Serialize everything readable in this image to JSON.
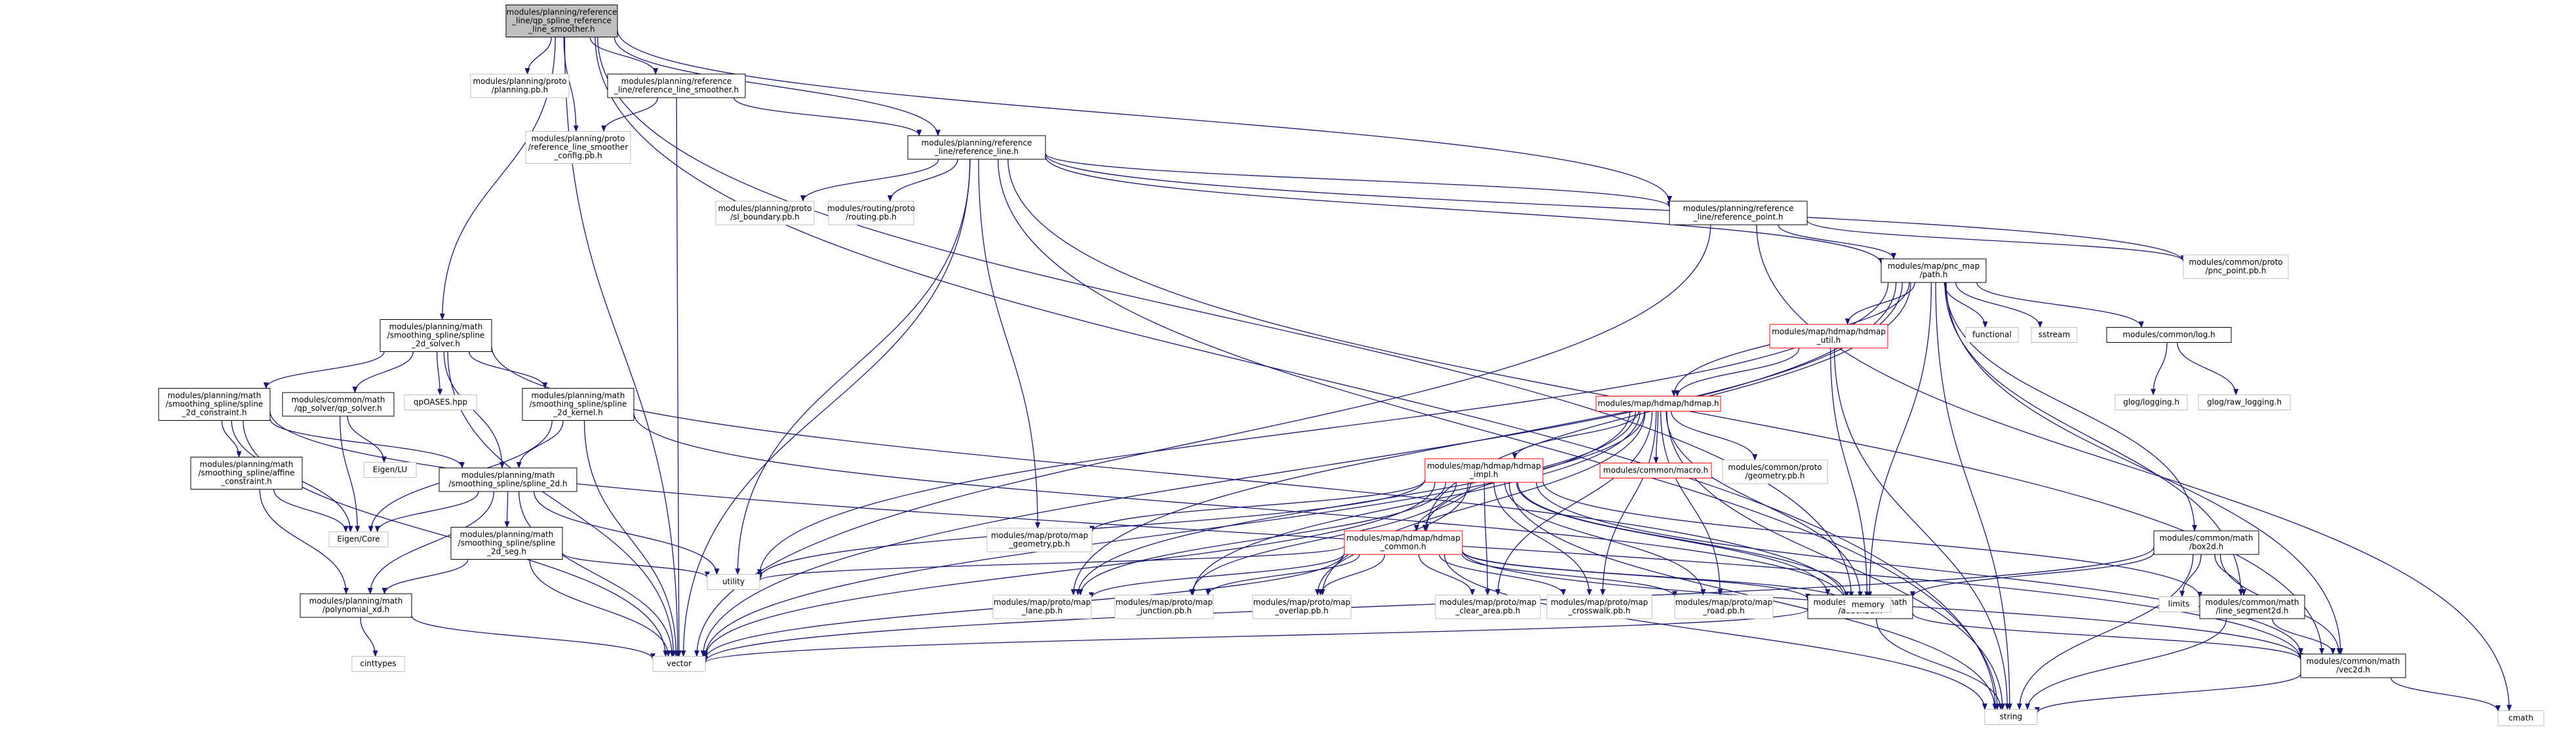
{
  "colors": {
    "edge": "#191970",
    "root_fill": "#bfbfbf",
    "box_border": "#000000",
    "external_border": "#bfbfbf",
    "incomplete_border": "#ff0000",
    "text": "#000000"
  },
  "nodes": [
    {
      "id": "root",
      "lines": [
        "modules/planning/reference",
        "_line/qp_spline_reference",
        "_line_smoother.h"
      ],
      "style": "root"
    },
    {
      "id": "planning_pb",
      "lines": [
        "modules/planning/proto",
        "/planning.pb.h"
      ],
      "style": "external"
    },
    {
      "id": "ref_line_smoother",
      "lines": [
        "modules/planning/reference",
        "_line/reference_line_smoother.h"
      ],
      "style": "normal"
    },
    {
      "id": "smoother_config_pb",
      "lines": [
        "modules/planning/proto",
        "/reference_line_smoother",
        "_config.pb.h"
      ],
      "style": "external"
    },
    {
      "id": "reference_line",
      "lines": [
        "modules/planning/reference",
        "_line/reference_line.h"
      ],
      "style": "normal"
    },
    {
      "id": "sl_boundary_pb",
      "lines": [
        "modules/planning/proto",
        "/sl_boundary.pb.h"
      ],
      "style": "external"
    },
    {
      "id": "routing_pb",
      "lines": [
        "modules/routing/proto",
        "/routing.pb.h"
      ],
      "style": "external"
    },
    {
      "id": "reference_point",
      "lines": [
        "modules/planning/reference",
        "_line/reference_point.h"
      ],
      "style": "normal"
    },
    {
      "id": "pnc_point_pb",
      "lines": [
        "modules/common/proto",
        "/pnc_point.pb.h"
      ],
      "style": "external"
    },
    {
      "id": "path",
      "lines": [
        "modules/map/pnc_map",
        "/path.h"
      ],
      "style": "normal"
    },
    {
      "id": "hdmap_util",
      "lines": [
        "modules/map/hdmap/hdmap",
        "_util.h"
      ],
      "style": "incomplete"
    },
    {
      "id": "functional",
      "lines": [
        "functional"
      ],
      "style": "external"
    },
    {
      "id": "sstream",
      "lines": [
        "sstream"
      ],
      "style": "external"
    },
    {
      "id": "log",
      "lines": [
        "modules/common/log.h"
      ],
      "style": "normal"
    },
    {
      "id": "glog_logging",
      "lines": [
        "glog/logging.h"
      ],
      "style": "external"
    },
    {
      "id": "glog_raw_logging",
      "lines": [
        "glog/raw_logging.h"
      ],
      "style": "external"
    },
    {
      "id": "spline_2d_solver",
      "lines": [
        "modules/planning/math",
        "/smoothing_spline/spline",
        "_2d_solver.h"
      ],
      "style": "normal"
    },
    {
      "id": "spline_2d_constraint",
      "lines": [
        "modules/planning/math",
        "/smoothing_spline/spline",
        "_2d_constraint.h"
      ],
      "style": "normal"
    },
    {
      "id": "qp_solver",
      "lines": [
        "modules/common/math",
        "/qp_solver/qp_solver.h"
      ],
      "style": "normal"
    },
    {
      "id": "qpOASES",
      "lines": [
        "qpOASES.hpp"
      ],
      "style": "external"
    },
    {
      "id": "spline_2d_kernel",
      "lines": [
        "modules/planning/math",
        "/smoothing_spline/spline",
        "_2d_kernel.h"
      ],
      "style": "normal"
    },
    {
      "id": "eigen_lu",
      "lines": [
        "Eigen/LU"
      ],
      "style": "external"
    },
    {
      "id": "affine_constraint",
      "lines": [
        "modules/planning/math",
        "/smoothing_spline/affine",
        "_constraint.h"
      ],
      "style": "normal"
    },
    {
      "id": "spline_2d",
      "lines": [
        "modules/planning/math",
        "/smoothing_spline/spline_2d.h"
      ],
      "style": "normal"
    },
    {
      "id": "eigen_core",
      "lines": [
        "Eigen/Core"
      ],
      "style": "external"
    },
    {
      "id": "spline_2d_seg",
      "lines": [
        "modules/planning/math",
        "/smoothing_spline/spline",
        "_2d_seg.h"
      ],
      "style": "normal"
    },
    {
      "id": "polynomial_xd",
      "lines": [
        "modules/planning/math",
        "/polynomial_xd.h"
      ],
      "style": "normal"
    },
    {
      "id": "cinttypes",
      "lines": [
        "cinttypes"
      ],
      "style": "external"
    },
    {
      "id": "vector",
      "lines": [
        "vector"
      ],
      "style": "external"
    },
    {
      "id": "utility",
      "lines": [
        "utility"
      ],
      "style": "external"
    },
    {
      "id": "string",
      "lines": [
        "string"
      ],
      "style": "external"
    },
    {
      "id": "hdmap",
      "lines": [
        "modules/map/hdmap/hdmap.h"
      ],
      "style": "incomplete"
    },
    {
      "id": "macro",
      "lines": [
        "modules/common/macro.h"
      ],
      "style": "incomplete"
    },
    {
      "id": "geometry_pb",
      "lines": [
        "modules/common/proto",
        "/geometry.pb.h"
      ],
      "style": "external"
    },
    {
      "id": "hdmap_impl",
      "lines": [
        "modules/map/hdmap/hdmap",
        "_impl.h"
      ],
      "style": "incomplete"
    },
    {
      "id": "map_geometry_pb",
      "lines": [
        "modules/map/proto/map",
        "_geometry.pb.h"
      ],
      "style": "external"
    },
    {
      "id": "hdmap_common",
      "lines": [
        "modules/map/hdmap/hdmap",
        "_common.h"
      ],
      "style": "incomplete"
    },
    {
      "id": "map_lane_pb",
      "lines": [
        "modules/map/proto/map",
        "_lane.pb.h"
      ],
      "style": "external"
    },
    {
      "id": "map_junction_pb",
      "lines": [
        "modules/map/proto/map",
        "_junction.pb.h"
      ],
      "style": "external"
    },
    {
      "id": "map_overlap_pb",
      "lines": [
        "modules/map/proto/map",
        "_overlap.pb.h"
      ],
      "style": "external"
    },
    {
      "id": "map_clear_area_pb",
      "lines": [
        "modules/map/proto/map",
        "_clear_area.pb.h"
      ],
      "style": "external"
    },
    {
      "id": "map_crosswalk_pb",
      "lines": [
        "modules/map/proto/map",
        "_crosswalk.pb.h"
      ],
      "style": "external"
    },
    {
      "id": "map_road_pb",
      "lines": [
        "modules/map/proto/map",
        "_road.pb.h"
      ],
      "style": "external"
    },
    {
      "id": "aabox2d",
      "lines": [
        "modules/common/math",
        "/aabox2d.h"
      ],
      "style": "normal"
    },
    {
      "id": "memory",
      "lines": [
        "memory"
      ],
      "style": "external"
    },
    {
      "id": "box2d",
      "lines": [
        "modules/common/math",
        "/box2d.h"
      ],
      "style": "normal"
    },
    {
      "id": "limits",
      "lines": [
        "limits"
      ],
      "style": "external"
    },
    {
      "id": "line_segment2d",
      "lines": [
        "modules/common/math",
        "/line_segment2d.h"
      ],
      "style": "normal"
    },
    {
      "id": "vec2d",
      "lines": [
        "modules/common/math",
        "/vec2d.h"
      ],
      "style": "normal"
    },
    {
      "id": "cmath",
      "lines": [
        "cmath"
      ],
      "style": "external"
    }
  ],
  "edges": [
    [
      "root",
      "planning_pb"
    ],
    [
      "root",
      "ref_line_smoother"
    ],
    [
      "root",
      "smoother_config_pb"
    ],
    [
      "root",
      "reference_line"
    ],
    [
      "root",
      "reference_point"
    ],
    [
      "root",
      "spline_2d_solver"
    ],
    [
      "root",
      "memory"
    ],
    [
      "root",
      "string"
    ],
    [
      "root",
      "vector"
    ],
    [
      "ref_line_smoother",
      "smoother_config_pb"
    ],
    [
      "ref_line_smoother",
      "reference_line"
    ],
    [
      "ref_line_smoother",
      "vector"
    ],
    [
      "reference_line",
      "sl_boundary_pb"
    ],
    [
      "reference_line",
      "routing_pb"
    ],
    [
      "reference_line",
      "reference_point"
    ],
    [
      "reference_line",
      "pnc_point_pb"
    ],
    [
      "reference_line",
      "path"
    ],
    [
      "reference_line",
      "vec2d"
    ],
    [
      "reference_line",
      "map_geometry_pb"
    ],
    [
      "reference_line",
      "string"
    ],
    [
      "reference_line",
      "utility"
    ],
    [
      "reference_line",
      "vector"
    ],
    [
      "reference_point",
      "pnc_point_pb"
    ],
    [
      "reference_point",
      "path"
    ],
    [
      "reference_point",
      "vector"
    ],
    [
      "reference_point",
      "cmath"
    ],
    [
      "path",
      "hdmap_util"
    ],
    [
      "path",
      "functional"
    ],
    [
      "path",
      "sstream"
    ],
    [
      "path",
      "log"
    ],
    [
      "path",
      "hdmap"
    ],
    [
      "path",
      "hdmap_common"
    ],
    [
      "path",
      "map_lane_pb"
    ],
    [
      "path",
      "box2d"
    ],
    [
      "path",
      "line_segment2d"
    ],
    [
      "path",
      "vec2d"
    ],
    [
      "path",
      "memory"
    ],
    [
      "path",
      "string"
    ],
    [
      "path",
      "utility"
    ],
    [
      "path",
      "vector"
    ],
    [
      "hdmap_util",
      "hdmap"
    ],
    [
      "hdmap_util",
      "memory"
    ],
    [
      "hdmap_util",
      "string"
    ],
    [
      "log",
      "glog_logging"
    ],
    [
      "log",
      "glog_raw_logging"
    ],
    [
      "spline_2d_solver",
      "spline_2d_constraint"
    ],
    [
      "spline_2d_solver",
      "qp_solver"
    ],
    [
      "spline_2d_solver",
      "qpOASES"
    ],
    [
      "spline_2d_solver",
      "spline_2d_kernel"
    ],
    [
      "spline_2d_solver",
      "spline_2d"
    ],
    [
      "spline_2d_solver",
      "memory"
    ],
    [
      "spline_2d_solver",
      "vector"
    ],
    [
      "spline_2d_constraint",
      "affine_constraint"
    ],
    [
      "spline_2d_constraint",
      "spline_2d"
    ],
    [
      "spline_2d_constraint",
      "eigen_core"
    ],
    [
      "spline_2d_constraint",
      "vec2d"
    ],
    [
      "spline_2d_constraint",
      "vector"
    ],
    [
      "qp_solver",
      "eigen_lu"
    ],
    [
      "qp_solver",
      "eigen_core"
    ],
    [
      "spline_2d_kernel",
      "spline_2d"
    ],
    [
      "spline_2d_kernel",
      "eigen_core"
    ],
    [
      "spline_2d_kernel",
      "memory"
    ],
    [
      "spline_2d_kernel",
      "vector"
    ],
    [
      "affine_constraint",
      "eigen_core"
    ],
    [
      "affine_constraint",
      "polynomial_xd"
    ],
    [
      "spline_2d",
      "eigen_core"
    ],
    [
      "spline_2d",
      "spline_2d_seg"
    ],
    [
      "spline_2d",
      "polynomial_xd"
    ],
    [
      "spline_2d",
      "utility"
    ],
    [
      "spline_2d",
      "vector"
    ],
    [
      "spline_2d_seg",
      "polynomial_xd"
    ],
    [
      "spline_2d_seg",
      "utility"
    ],
    [
      "spline_2d_seg",
      "vector"
    ],
    [
      "polynomial_xd",
      "cinttypes"
    ],
    [
      "polynomial_xd",
      "vector"
    ],
    [
      "hdmap",
      "macro"
    ],
    [
      "hdmap",
      "geometry_pb"
    ],
    [
      "hdmap",
      "hdmap_impl"
    ],
    [
      "hdmap",
      "hdmap_common"
    ],
    [
      "hdmap",
      "map_lane_pb"
    ],
    [
      "hdmap",
      "map_junction_pb"
    ],
    [
      "hdmap",
      "map_overlap_pb"
    ],
    [
      "hdmap",
      "map_clear_area_pb"
    ],
    [
      "hdmap",
      "map_crosswalk_pb"
    ],
    [
      "hdmap",
      "map_road_pb"
    ],
    [
      "hdmap",
      "memory"
    ],
    [
      "hdmap",
      "string"
    ],
    [
      "hdmap",
      "vector"
    ],
    [
      "hdmap_impl",
      "map_geometry_pb"
    ],
    [
      "hdmap_impl",
      "hdmap_common"
    ],
    [
      "hdmap_impl",
      "map_lane_pb"
    ],
    [
      "hdmap_impl",
      "map_junction_pb"
    ],
    [
      "hdmap_impl",
      "map_overlap_pb"
    ],
    [
      "hdmap_impl",
      "map_clear_area_pb"
    ],
    [
      "hdmap_impl",
      "map_crosswalk_pb"
    ],
    [
      "hdmap_impl",
      "map_road_pb"
    ],
    [
      "hdmap_impl",
      "aabox2d"
    ],
    [
      "hdmap_impl",
      "line_segment2d"
    ],
    [
      "hdmap_impl",
      "vec2d"
    ],
    [
      "hdmap_impl",
      "memory"
    ],
    [
      "hdmap_impl",
      "string"
    ],
    [
      "hdmap_impl",
      "utility"
    ],
    [
      "hdmap_impl",
      "vector"
    ],
    [
      "hdmap_common",
      "map_lane_pb"
    ],
    [
      "hdmap_common",
      "map_junction_pb"
    ],
    [
      "hdmap_common",
      "map_overlap_pb"
    ],
    [
      "hdmap_common",
      "map_clear_area_pb"
    ],
    [
      "hdmap_common",
      "map_crosswalk_pb"
    ],
    [
      "hdmap_common",
      "map_road_pb"
    ],
    [
      "hdmap_common",
      "aabox2d"
    ],
    [
      "hdmap_common",
      "vec2d"
    ],
    [
      "hdmap_common",
      "memory"
    ],
    [
      "hdmap_common",
      "string"
    ],
    [
      "hdmap_common",
      "utility"
    ],
    [
      "hdmap_common",
      "vector"
    ],
    [
      "aabox2d",
      "vec2d"
    ],
    [
      "aabox2d",
      "string"
    ],
    [
      "aabox2d",
      "vector"
    ],
    [
      "box2d",
      "aabox2d"
    ],
    [
      "box2d",
      "line_segment2d"
    ],
    [
      "box2d",
      "vec2d"
    ],
    [
      "box2d",
      "limits"
    ],
    [
      "box2d",
      "string"
    ],
    [
      "box2d",
      "vector"
    ],
    [
      "line_segment2d",
      "vec2d"
    ],
    [
      "line_segment2d",
      "string"
    ],
    [
      "vec2d",
      "cmath"
    ],
    [
      "vec2d",
      "string"
    ]
  ]
}
